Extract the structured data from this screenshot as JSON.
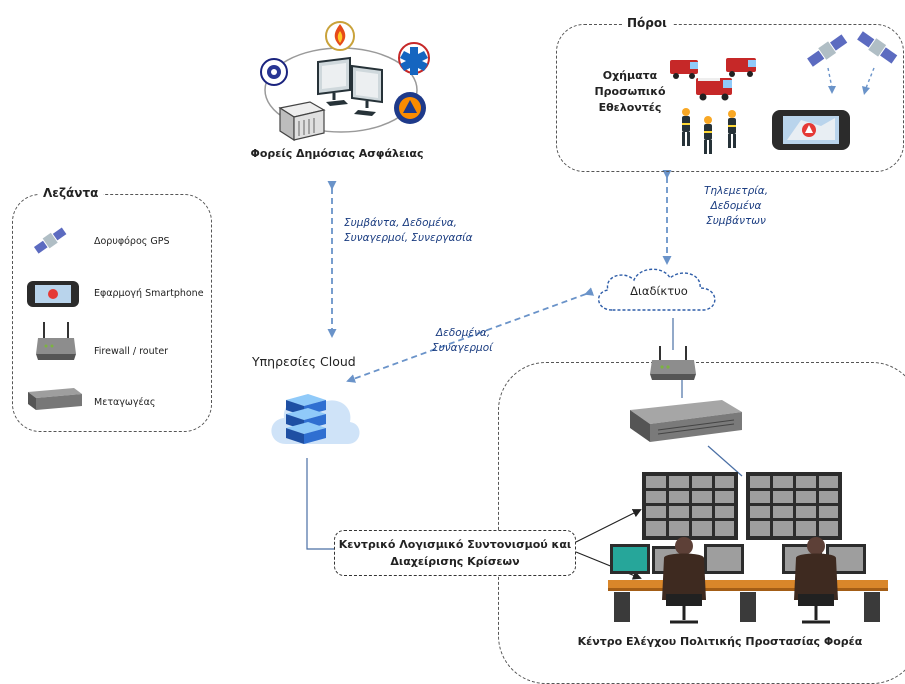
{
  "public_safety": {
    "caption": "Φορείς Δημόσιας Ασφάλειας"
  },
  "resources": {
    "title": "Πόροι",
    "lines": [
      "Οχήματα",
      "Προσωπικό",
      "Εθελοντές"
    ]
  },
  "legend": {
    "title": "Λεζάντα",
    "items": [
      {
        "icon": "satellite-icon",
        "label": "Δορυφόρος GPS"
      },
      {
        "icon": "smartphone-icon",
        "label": "Εφαρμογή Smartphone"
      },
      {
        "icon": "router-icon",
        "label": "Firewall / router"
      },
      {
        "icon": "switch-icon",
        "label": "Μεταγωγέας"
      }
    ]
  },
  "flows": {
    "public_to_cloud": [
      "Συμβάντα, Δεδομένα,",
      "Συναγερμοί, Συνεργασία"
    ],
    "resources_to_internet": [
      "Τηλεμετρία,",
      "Δεδομένα",
      "Συμβάντων"
    ],
    "internet_to_cloud": [
      "Δεδομένα,",
      "Συναγερμοί"
    ]
  },
  "internet": {
    "label": "Διαδίκτυο"
  },
  "cloud": {
    "label": "Υπηρεσίες Cloud"
  },
  "software": {
    "lines": [
      "Κεντρικό Λογισμικό Συντονισμού και",
      "Διαχείρισης Κρίσεων"
    ]
  },
  "control_center": {
    "caption": "Κέντρο Ελέγχου Πολιτικής Προστασίας Φορέα"
  },
  "colors": {
    "flow_arrow": "#6a93c9",
    "fire_truck": "#c62828",
    "cloud_blue": "#2f6fd1",
    "screen_dark": "#2c2c2c",
    "desk": "#d9862a"
  }
}
